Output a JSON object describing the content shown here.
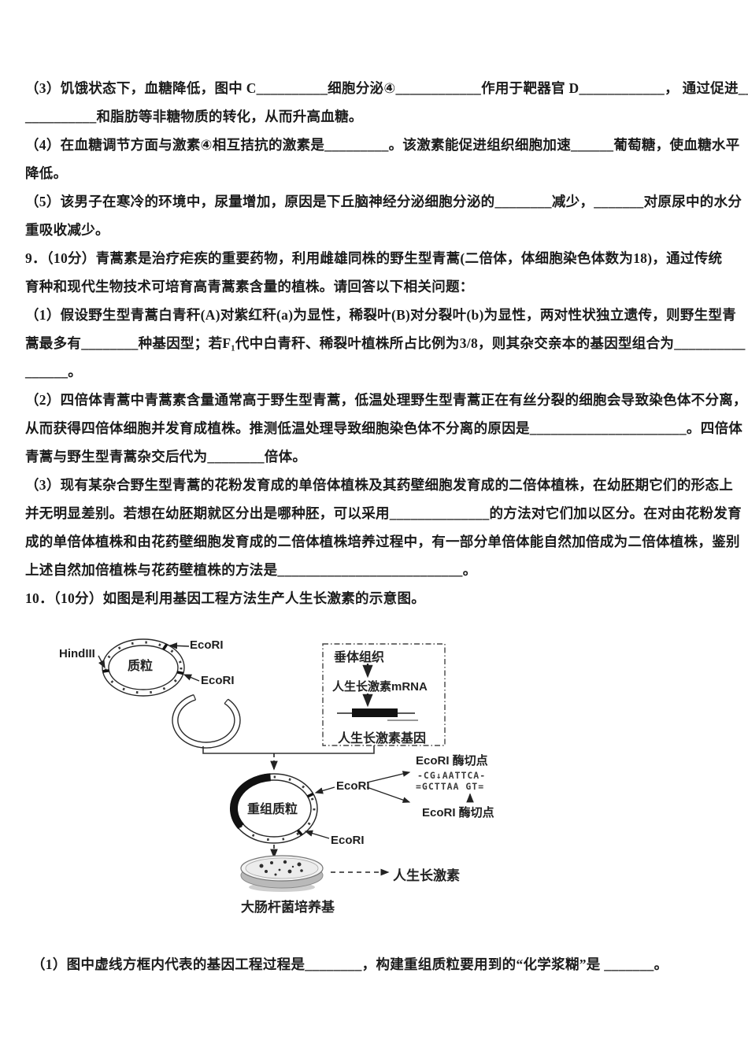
{
  "colors": {
    "ink": "#1b1b1b",
    "diagram_stroke": "#2a2a2a",
    "gene_bar": "#111111",
    "dish_rim": "#b9b9b9"
  },
  "lines": [
    "（3）饥饿状态下，血糖降低，图中 C__________细胞分泌④____________作用于靶器官 D____________， 通过促进___",
    "__________和脂肪等非糖物质的转化，从而升高血糖。",
    "（4）在血糖调节方面与激素④相互拮抗的激素是_________。该激素能促进组织细胞加速______葡萄糖，使血糖水平",
    "降低。",
    "（5）该男子在寒冷的环境中，尿量增加，原因是下丘脑神经分泌细胞分泌的________减少，_______对原尿中的水分",
    "重吸收减少。",
    "9．（10分）青蒿素是治疗疟疾的重要药物，利用雌雄同株的野生型青蒿(二倍体，体细胞染色体数为18)，通过传统",
    "育种和现代生物技术可培育高青蒿素含量的植株。请回答以下相关问题：",
    "（1）假设野生型青蒿白青秆(A)对紫红秆(a)为显性，稀裂叶(B)对分裂叶(b)为显性，两对性状独立遗传，则野生型青",
    "蒿最多有________种基因型；若F₁代中白青秆、稀裂叶植株所占比例为3/8，则其杂交亲本的基因型组合为__________",
    "______。",
    "（2）四倍体青蒿中青蒿素含量通常高于野生型青蒿，低温处理野生型青蒿正在有丝分裂的细胞会导致染色体不分离，",
    "从而获得四倍体细胞并发育成植株。推测低温处理导致细胞染色体不分离的原因是______________________。四倍体",
    "青蒿与野生型青蒿杂交后代为________倍体。",
    "（3）现有某杂合野生型青蒿的花粉发育成的单倍体植株及其药壁细胞发育成的二倍体植株，在幼胚期它们的形态上",
    "并无明显差别。若想在幼胚期就区分出是哪种胚，可以采用______________的方法对它们加以区分。在对由花粉发育",
    "成的单倍体植株和由花药壁细胞发育成的二倍体植株培养过程中，有一部分单倍体能自然加倍成为二倍体植株，鉴别",
    "上述自然加倍植株与花药壁植株的方法是__________________________。",
    "10．（10分）如图是利用基因工程方法生产人生长激素的示意图。"
  ],
  "final_line": "（1）图中虚线方框内代表的基因工程过程是________，构建重组质粒要用到的“化学浆糊”是 _______。",
  "diagram": {
    "hindiii": "HindIII",
    "plasmid": "质粒",
    "ecori_top": "EcoRI",
    "ecori_mid": "EcoRI",
    "tissue": "垂体组织",
    "mrna": "人生长激素mRNA",
    "gene": "人生长激素基因",
    "recombinant": "重组质粒",
    "ecori_r1": "EcoRI",
    "ecori_r2": "EcoRI",
    "cut_site_1": "EcoRI 酶切点",
    "seq_top": "-CG↓AATTCA-",
    "seq_bottom": "=GCTTAA GT=",
    "cut_site_2": "EcoRI 酶切点",
    "hormone": "人生长激素",
    "medium": "大肠杆菌培养基"
  }
}
